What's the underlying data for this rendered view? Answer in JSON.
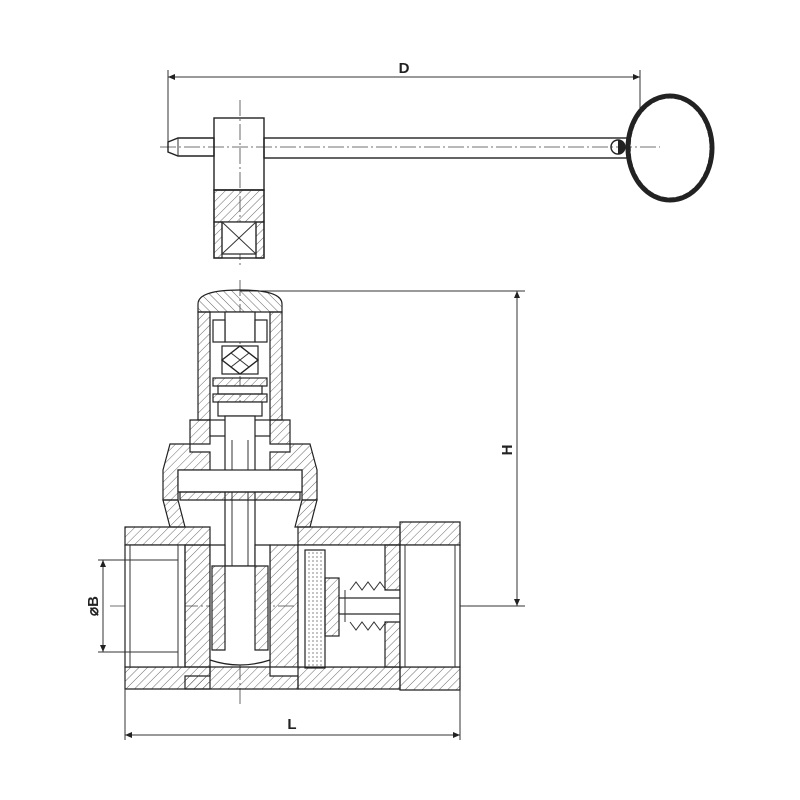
{
  "dimensions": {
    "d_label": "D",
    "h_label": "H",
    "l_label": "L",
    "b_label": "⌀B"
  }
}
